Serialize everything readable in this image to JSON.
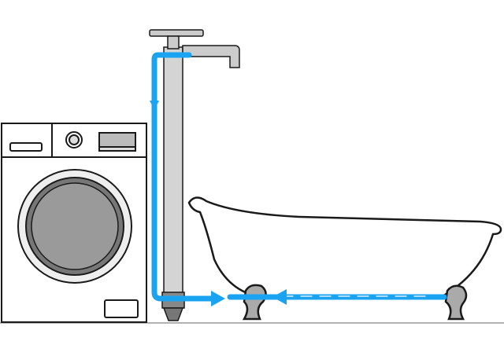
{
  "colors": {
    "flow": "#1aa3f0",
    "outline": "#1a1a1a",
    "pipe": "#cfcfcf",
    "drum": "#9a9a9a",
    "background": "#ffffff"
  },
  "icons": [
    "washing-machine",
    "water-pipe",
    "valve-handle",
    "faucet",
    "bathtub",
    "flow-arrow"
  ]
}
